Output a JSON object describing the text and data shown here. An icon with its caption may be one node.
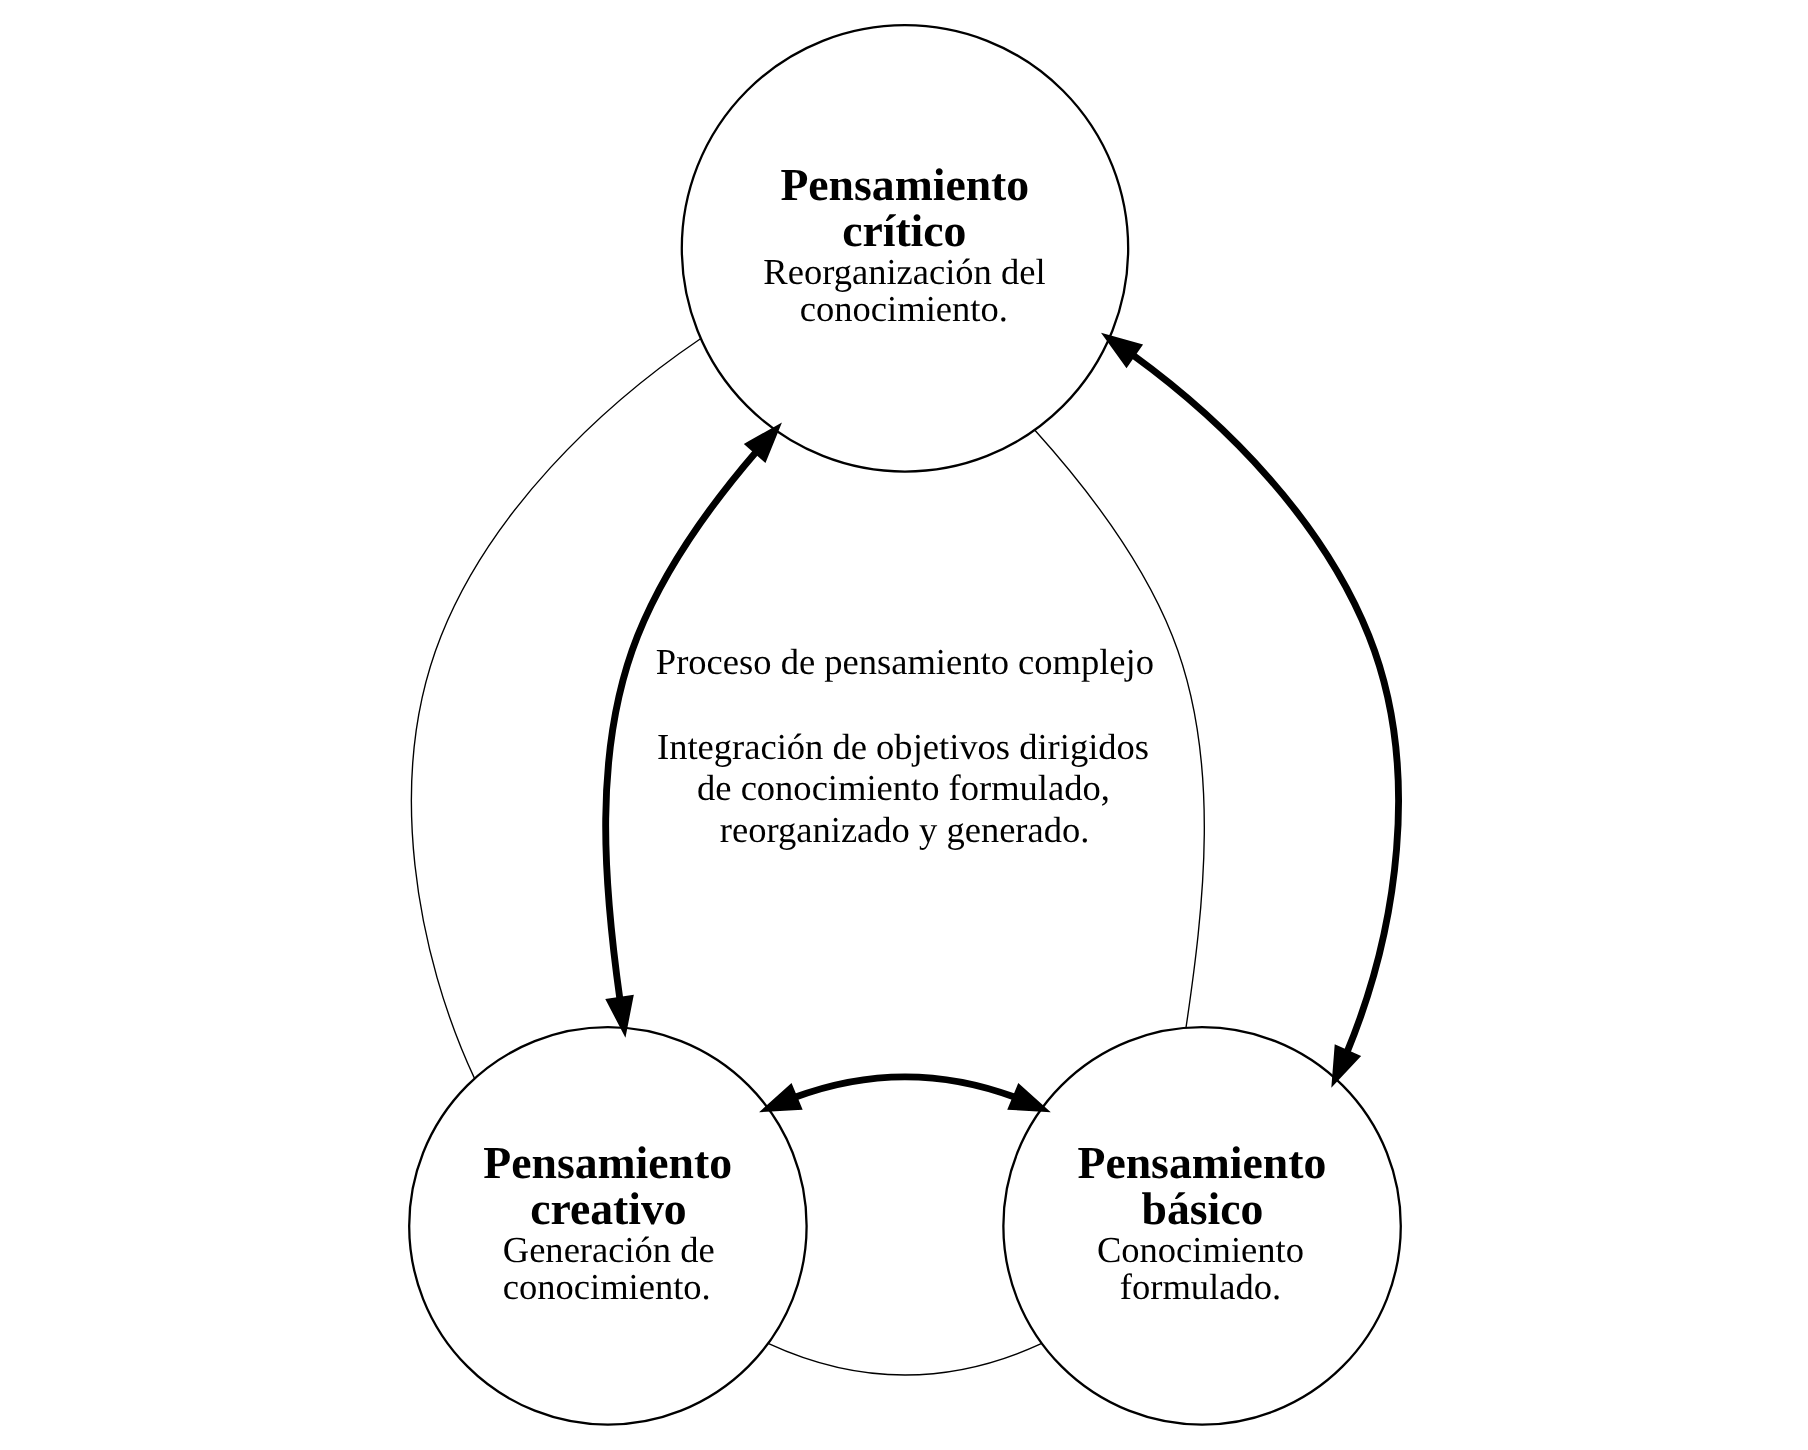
{
  "diagram": {
    "nodes": [
      {
        "text": [
          "Pensamiento crítico",
          "Reorganización del conocimiento."
        ]
      },
      {
        "text": [
          "Pensamiento creativo",
          "Generación de conocimiento."
        ]
      },
      {
        "text": [
          "Pensamiento básico",
          "Conocimiento formulado."
        ]
      }
    ],
    "edges": [
      {
        "from": 0,
        "to": 1,
        "arrow": "none"
      },
      {
        "from": 0,
        "to": 2,
        "arrow": "none"
      },
      {
        "from": 1,
        "to": 2,
        "arrow": "none"
      },
      {
        "from": 0,
        "to": 1,
        "arrow": "both",
        "style": "thick"
      },
      {
        "from": 0,
        "to": 2,
        "arrow": "both",
        "style": "thick"
      },
      {
        "from": 1,
        "to": 2,
        "arrow": "both",
        "style": "thick"
      }
    ],
    "labels": [
      "Proceso de pensamiento complejo",
      "Integración de objetivos dirigidos de conocimiento formulado, reorganizado y generado."
    ]
  }
}
